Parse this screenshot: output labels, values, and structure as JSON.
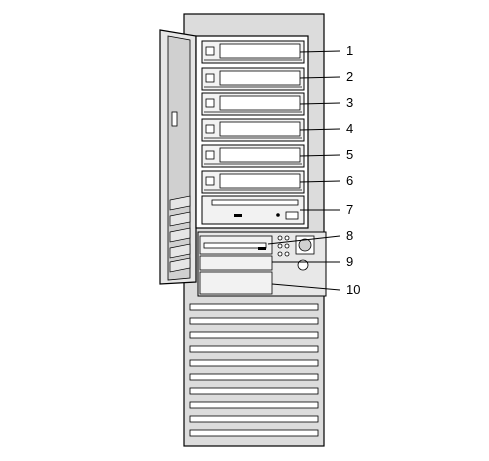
{
  "colors": {
    "chassis": "#dcdcdc",
    "bay": "#f2f2f2",
    "stroke": "#000000",
    "background": "#ffffff"
  },
  "callouts": [
    {
      "label": "1"
    },
    {
      "label": "2"
    },
    {
      "label": "3"
    },
    {
      "label": "4"
    },
    {
      "label": "5"
    },
    {
      "label": "6"
    },
    {
      "label": "7"
    },
    {
      "label": "8"
    },
    {
      "label": "9"
    },
    {
      "label": "10"
    }
  ]
}
